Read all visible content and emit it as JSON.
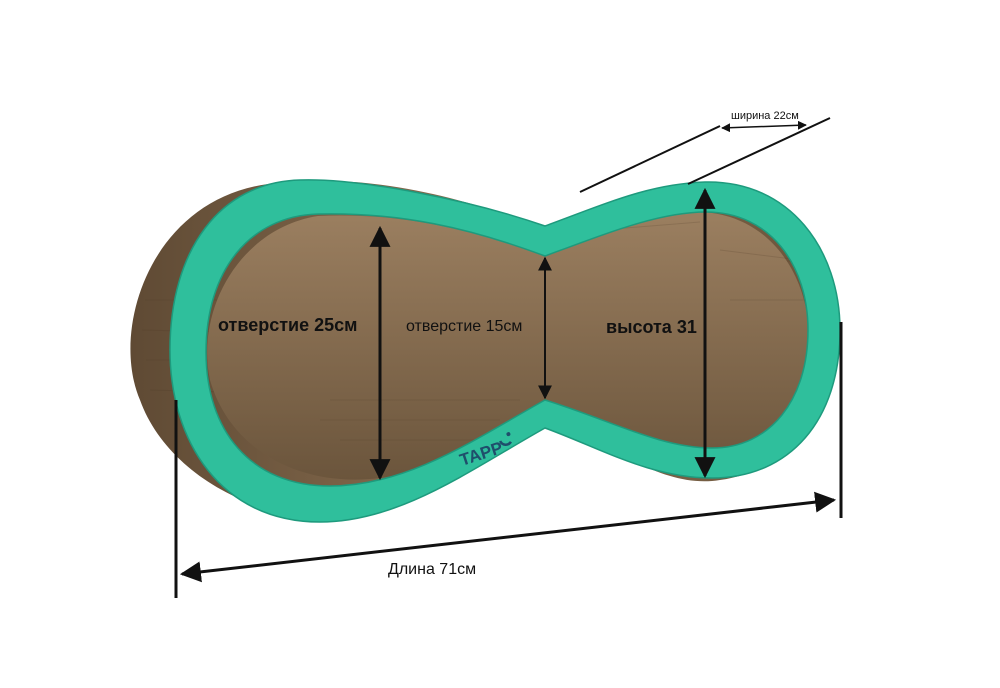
{
  "labels": {
    "opening_large": "отверстие 25см",
    "opening_small": "отверстие 15см",
    "height": "высота 31",
    "width": "ширина 22см",
    "length": "Длина 71см"
  },
  "logo": {
    "text": "TAPP"
  },
  "colors": {
    "rim": "#2fbf9c",
    "rim_edge": "#1e9a7d",
    "cardboard": "#7d6449",
    "cardboard_dark": "#5f4a34",
    "cardboard_light": "#a68a6a",
    "logo": "#1f4e6b",
    "arrow": "#111111"
  }
}
